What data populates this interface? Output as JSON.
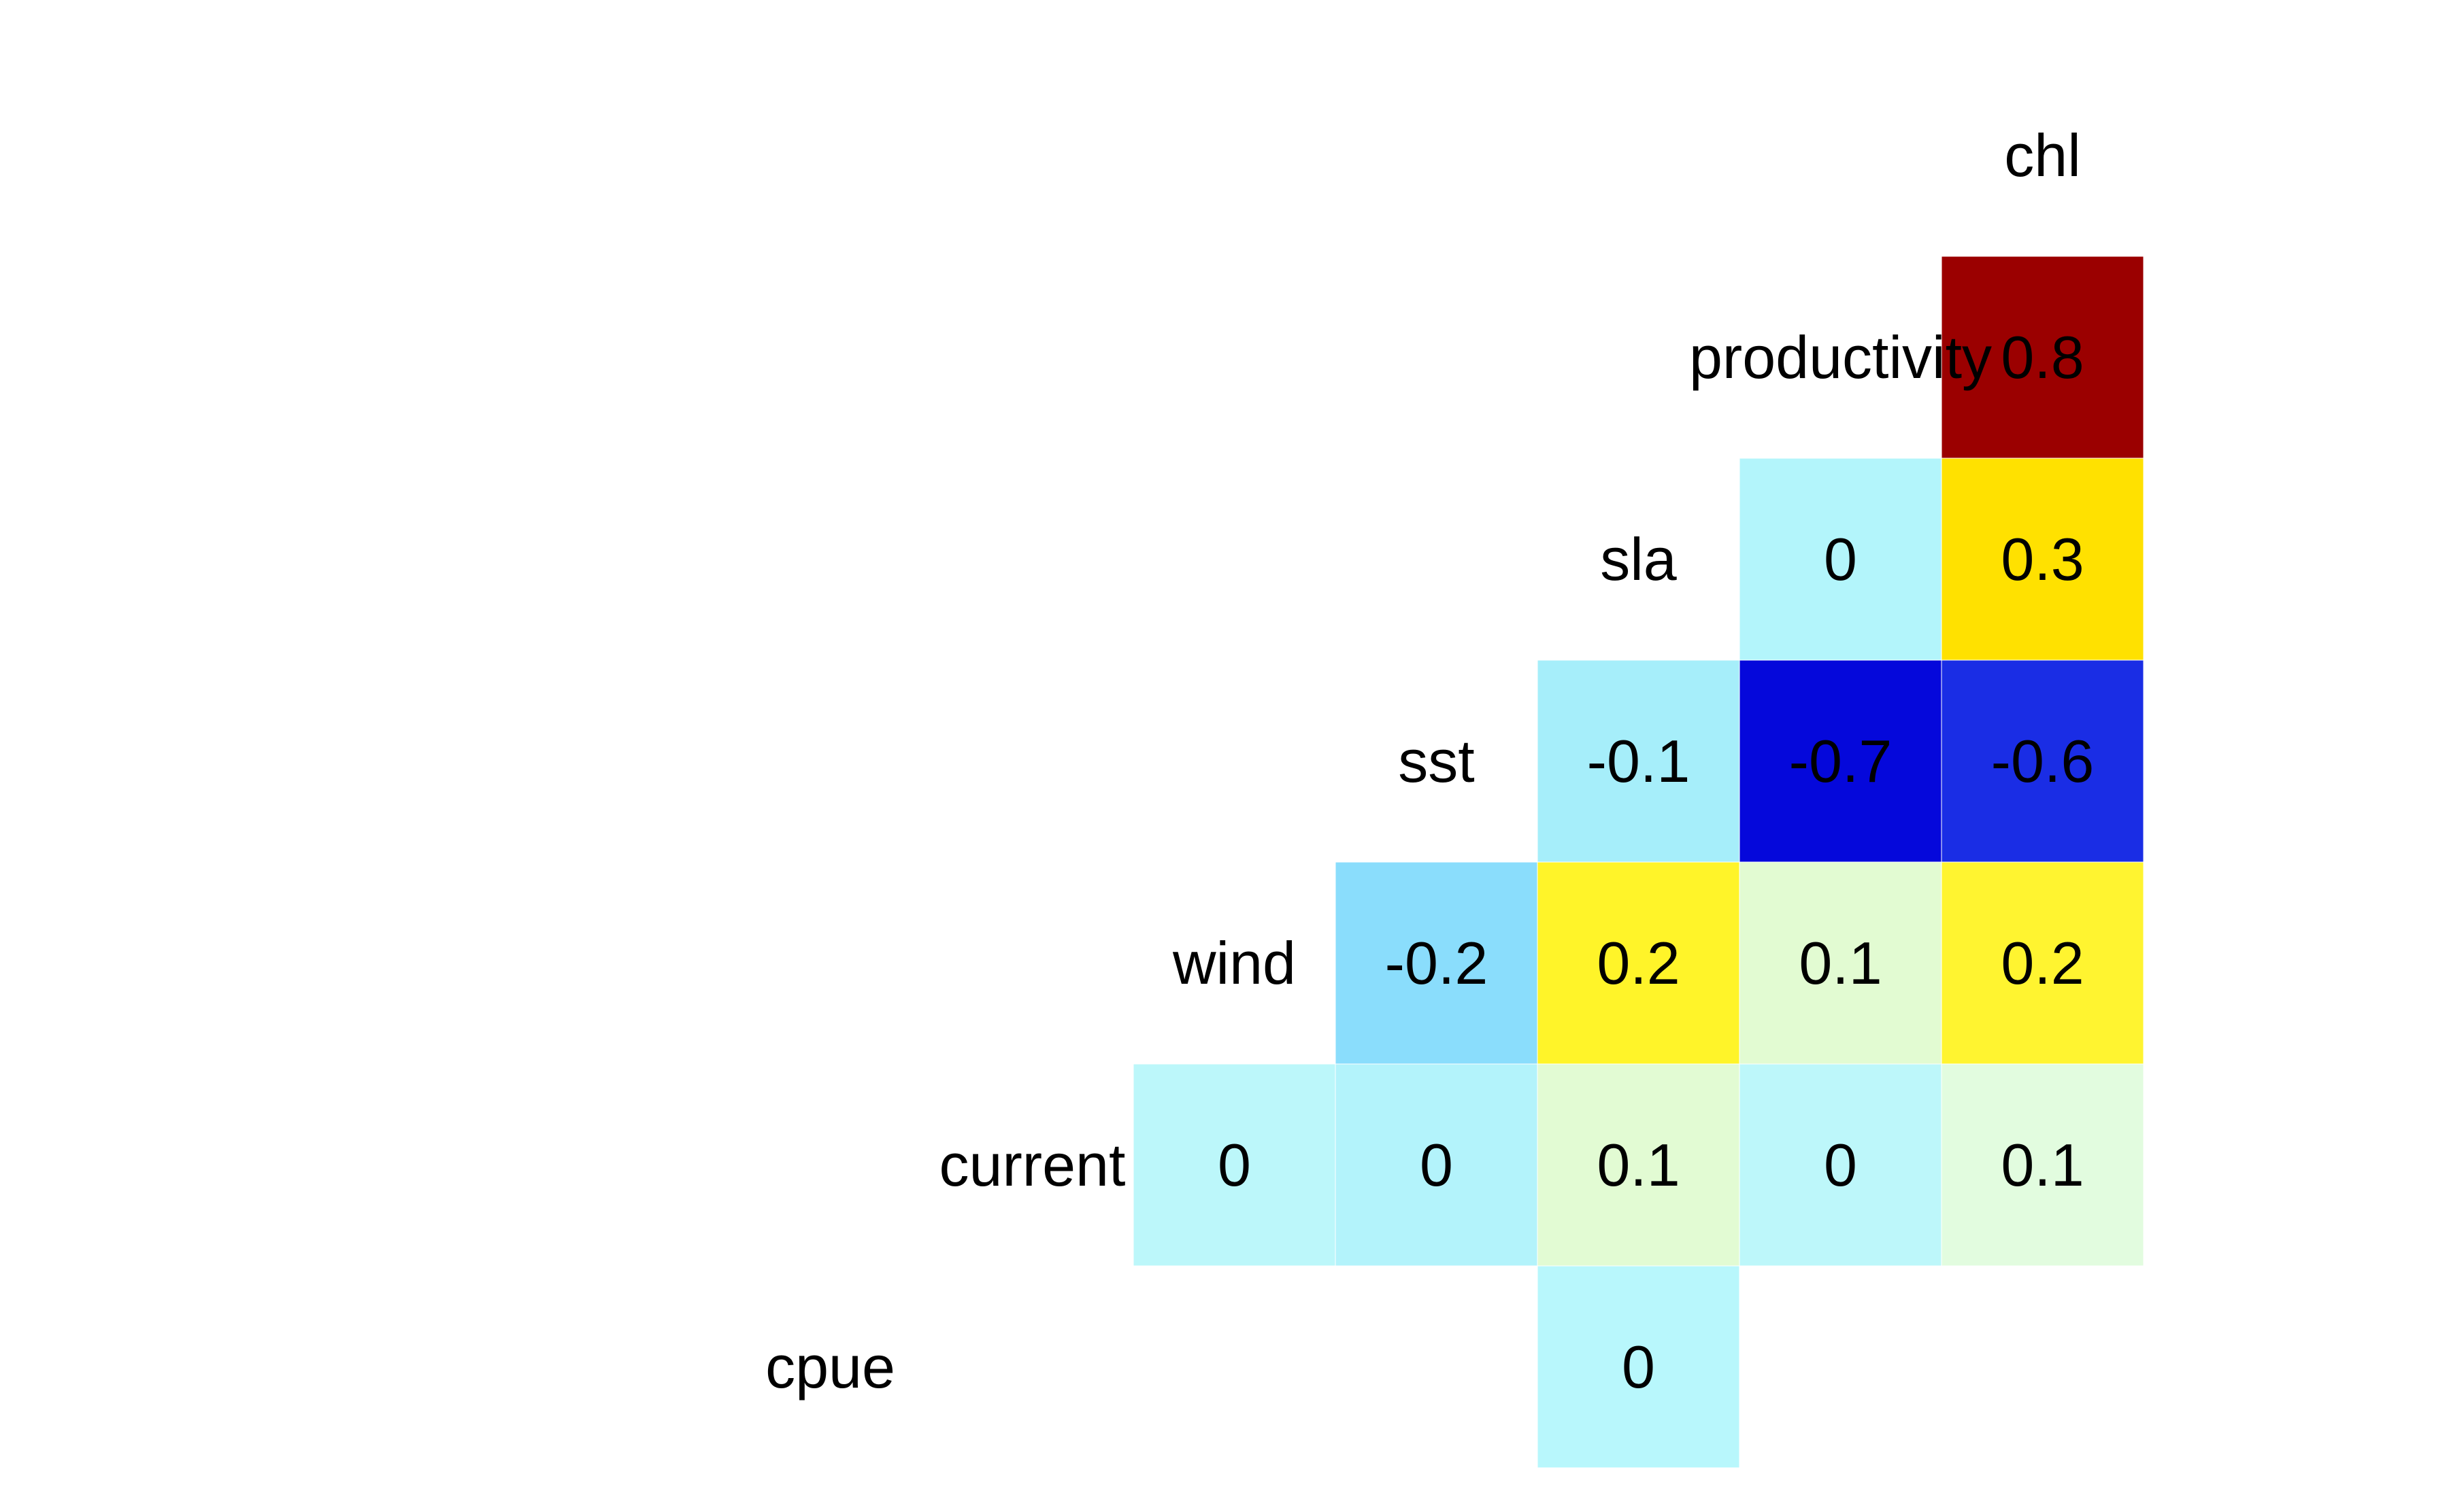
{
  "chart_data": {
    "type": "heatmap",
    "title": "",
    "variables": [
      "cpue",
      "current",
      "wind",
      "sst",
      "sla",
      "productivity",
      "chl"
    ],
    "cells": [
      {
        "row": "productivity",
        "col": "chl",
        "value": 0.8,
        "label": "0.8",
        "color": "#9B0000"
      },
      {
        "row": "sla",
        "col": "productivity",
        "value": 0,
        "label": "0",
        "color": "#B3F5FB"
      },
      {
        "row": "sla",
        "col": "chl",
        "value": 0.3,
        "label": "0.3",
        "color": "#FFE100"
      },
      {
        "row": "sst",
        "col": "sla",
        "value": -0.1,
        "label": "-0.1",
        "color": "#A6EEFA"
      },
      {
        "row": "sst",
        "col": "productivity",
        "value": -0.7,
        "label": "-0.7",
        "color": "#0508DB"
      },
      {
        "row": "sst",
        "col": "chl",
        "value": -0.6,
        "label": "-0.6",
        "color": "#1A2DE5"
      },
      {
        "row": "wind",
        "col": "sst",
        "value": -0.2,
        "label": "-0.2",
        "color": "#8ADDFC"
      },
      {
        "row": "wind",
        "col": "sla",
        "value": 0.2,
        "label": "0.2",
        "color": "#FFF429"
      },
      {
        "row": "wind",
        "col": "productivity",
        "value": 0.1,
        "label": "0.1",
        "color": "#E2FBD2"
      },
      {
        "row": "wind",
        "col": "chl",
        "value": 0.2,
        "label": "0.2",
        "color": "#FFF430"
      },
      {
        "row": "current",
        "col": "wind",
        "value": 0,
        "label": "0",
        "color": "#BCF7FA"
      },
      {
        "row": "current",
        "col": "sst",
        "value": 0,
        "label": "0",
        "color": "#B3F3FB"
      },
      {
        "row": "current",
        "col": "sla",
        "value": 0.1,
        "label": "0.1",
        "color": "#E2FBD3"
      },
      {
        "row": "current",
        "col": "productivity",
        "value": 0,
        "label": "0",
        "color": "#BDF7FA"
      },
      {
        "row": "current",
        "col": "chl",
        "value": 0.1,
        "label": "0.1",
        "color": "#E2FCDF"
      },
      {
        "row": "cpue",
        "col": "sla",
        "value": 0,
        "label": "0",
        "color": "#B8F7FC"
      }
    ],
    "grid": false,
    "legend": "none"
  }
}
